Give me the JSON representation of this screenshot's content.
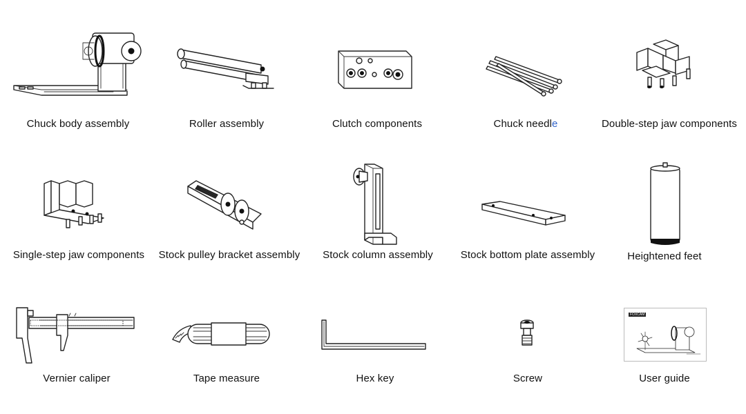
{
  "colors": {
    "text": "#111111",
    "accent": "#2f62c9",
    "background": "#ffffff"
  },
  "items": [
    {
      "label": "Chuck body assembly",
      "icon": "chuck-body-icon"
    },
    {
      "label": "Roller assembly",
      "icon": "roller-icon"
    },
    {
      "label": "Clutch components",
      "icon": "clutch-icon"
    },
    {
      "label_main": "Chuck needl",
      "label_accent": "e",
      "icon": "chuck-needle-icon"
    },
    {
      "label": "Double-step jaw components",
      "icon": "double-step-jaw-icon"
    },
    {
      "label": "Single-step jaw components",
      "icon": "single-step-jaw-icon"
    },
    {
      "label": "Stock pulley bracket assembly",
      "icon": "pulley-bracket-icon"
    },
    {
      "label": "Stock column assembly",
      "icon": "stock-column-icon"
    },
    {
      "label": "Stock bottom plate assembly",
      "icon": "bottom-plate-icon"
    },
    {
      "label": "Heightened feet",
      "icon": "heightened-feet-icon"
    },
    {
      "label": "Vernier caliper",
      "icon": "vernier-caliper-icon"
    },
    {
      "label": "Tape measure",
      "icon": "tape-measure-icon"
    },
    {
      "label": "Hex key",
      "icon": "hex-key-icon"
    },
    {
      "label": "Screw",
      "icon": "screw-icon"
    },
    {
      "label": "User guide",
      "icon": "user-guide-icon"
    }
  ],
  "user_guide_brand": "FOXCAM"
}
